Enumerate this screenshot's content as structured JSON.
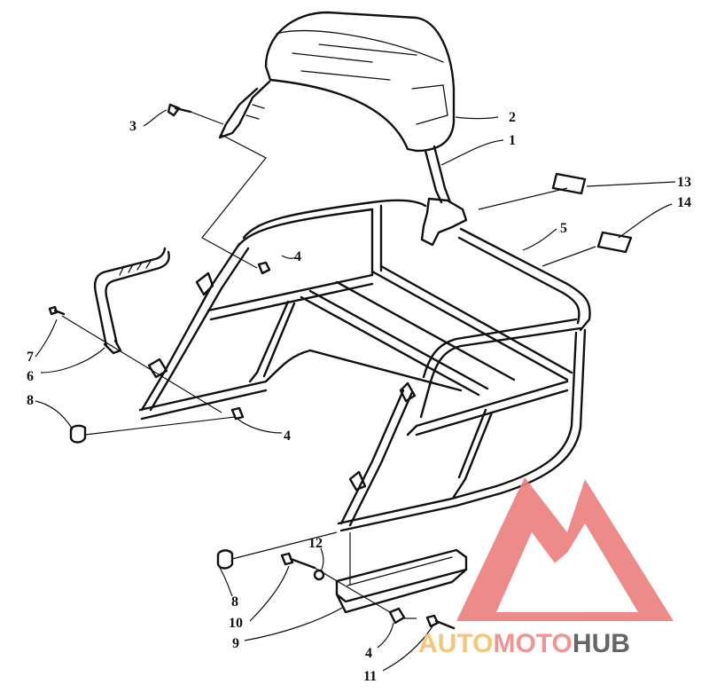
{
  "diagram": {
    "parts": [
      {
        "id": "1",
        "label": "1"
      },
      {
        "id": "2",
        "label": "2"
      },
      {
        "id": "3",
        "label": "3"
      },
      {
        "id": "4a",
        "label": "4"
      },
      {
        "id": "4b",
        "label": "4"
      },
      {
        "id": "4c",
        "label": "4"
      },
      {
        "id": "5",
        "label": "5"
      },
      {
        "id": "6",
        "label": "6"
      },
      {
        "id": "7",
        "label": "7"
      },
      {
        "id": "8a",
        "label": "8"
      },
      {
        "id": "8b",
        "label": "8"
      },
      {
        "id": "9",
        "label": "9"
      },
      {
        "id": "10",
        "label": "10"
      },
      {
        "id": "11",
        "label": "11"
      },
      {
        "id": "12",
        "label": "12"
      },
      {
        "id": "13",
        "label": "13"
      },
      {
        "id": "14",
        "label": "14"
      }
    ]
  },
  "watermark": {
    "part1": "AUTO",
    "part2": "MOTO",
    "part3": "HUB",
    "color_auto": "#f5c06a",
    "color_moto": "#ef8a8a",
    "color_hub": "#555555",
    "logo_color": "#ec7f7f"
  }
}
